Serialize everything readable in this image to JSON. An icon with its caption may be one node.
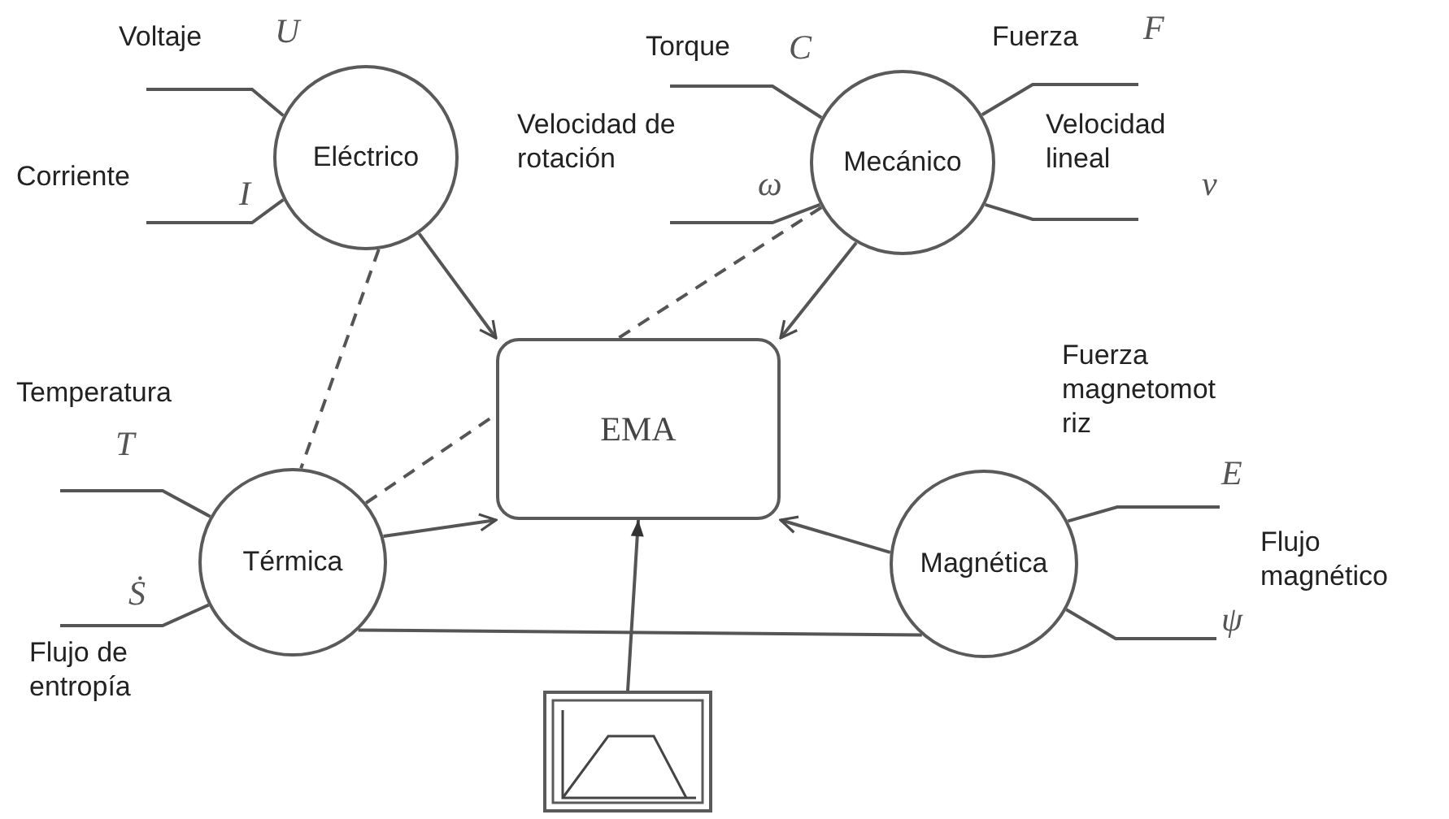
{
  "diagram": {
    "nodes": [
      {
        "text": [
          "Eléctrico"
        ]
      },
      {
        "text": [
          "Mecánico"
        ]
      },
      {
        "text": [
          "EMA"
        ]
      },
      {
        "text": [
          "Térmica"
        ]
      },
      {
        "text": [
          "Magnética"
        ]
      },
      {
        "text": [],
        "shape": "picture"
      }
    ],
    "edges": [
      {
        "from": null,
        "to": 0,
        "arrow": "none",
        "label": "U"
      },
      {
        "from": null,
        "to": 0,
        "arrow": "none",
        "label": "I"
      },
      {
        "from": null,
        "to": 1,
        "arrow": "none",
        "label": "C"
      },
      {
        "from": null,
        "to": 1,
        "arrow": "none",
        "label": "ω"
      },
      {
        "from": null,
        "to": 1,
        "arrow": "none",
        "label": "F"
      },
      {
        "from": null,
        "to": 1,
        "arrow": "none",
        "label": "v"
      },
      {
        "from": null,
        "to": 3,
        "arrow": "none",
        "label": "T"
      },
      {
        "from": null,
        "to": 3,
        "arrow": "none",
        "label": "Ṡ"
      },
      {
        "from": null,
        "to": 4,
        "arrow": "none",
        "label": "E"
      },
      {
        "from": null,
        "to": 4,
        "arrow": "none",
        "label": "ψ"
      },
      {
        "from": 0,
        "to": 2,
        "arrow": "to"
      },
      {
        "from": 1,
        "to": 2,
        "arrow": "to"
      },
      {
        "from": 3,
        "to": 2,
        "arrow": "to"
      },
      {
        "from": 4,
        "to": 2,
        "arrow": "to"
      },
      {
        "from": 5,
        "to": 2,
        "arrow": "to"
      },
      {
        "from": 0,
        "to": 3,
        "arrow": "none",
        "style": "dashed"
      },
      {
        "from": 1,
        "to": 2,
        "arrow": "none",
        "style": "dashed"
      },
      {
        "from": 3,
        "to": 2,
        "arrow": "none",
        "style": "dashed"
      },
      {
        "from": 3,
        "to": 4,
        "arrow": "none"
      }
    ],
    "labels": [
      "Voltaje",
      "Torque",
      "Fuerza",
      "Velocidad de rotación",
      "Velocidad lineal",
      "Corriente",
      "Fuerza magnetomot riz",
      "Temperatura",
      "Flujo magnético",
      "Flujo de entropía"
    ]
  }
}
